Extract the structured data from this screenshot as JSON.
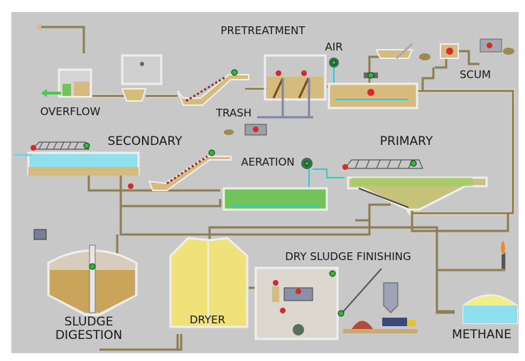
{
  "diagram": {
    "labels": {
      "pretreatment": "PRETREATMENT",
      "air": "AIR",
      "scum": "SCUM",
      "overflow": "OVERFLOW",
      "trash": "TRASH",
      "secondary": "SECONDARY",
      "primary": "PRIMARY",
      "aeration": "AERATION",
      "dry_sludge_finishing": "DRY SLUDGE FINISHING",
      "sludge_digestion_1": "SLUDGE",
      "sludge_digestion_2": "DIGESTION",
      "dryer": "DRYER",
      "methane": "METHANE"
    },
    "colors": {
      "background": "#c8c8c8",
      "pipe": "#8c7d52",
      "sludge": "#d6bb7e",
      "water": "#8fe0ee",
      "valve_red": "#d42a2a",
      "motor_green": "#2fb83a"
    }
  }
}
